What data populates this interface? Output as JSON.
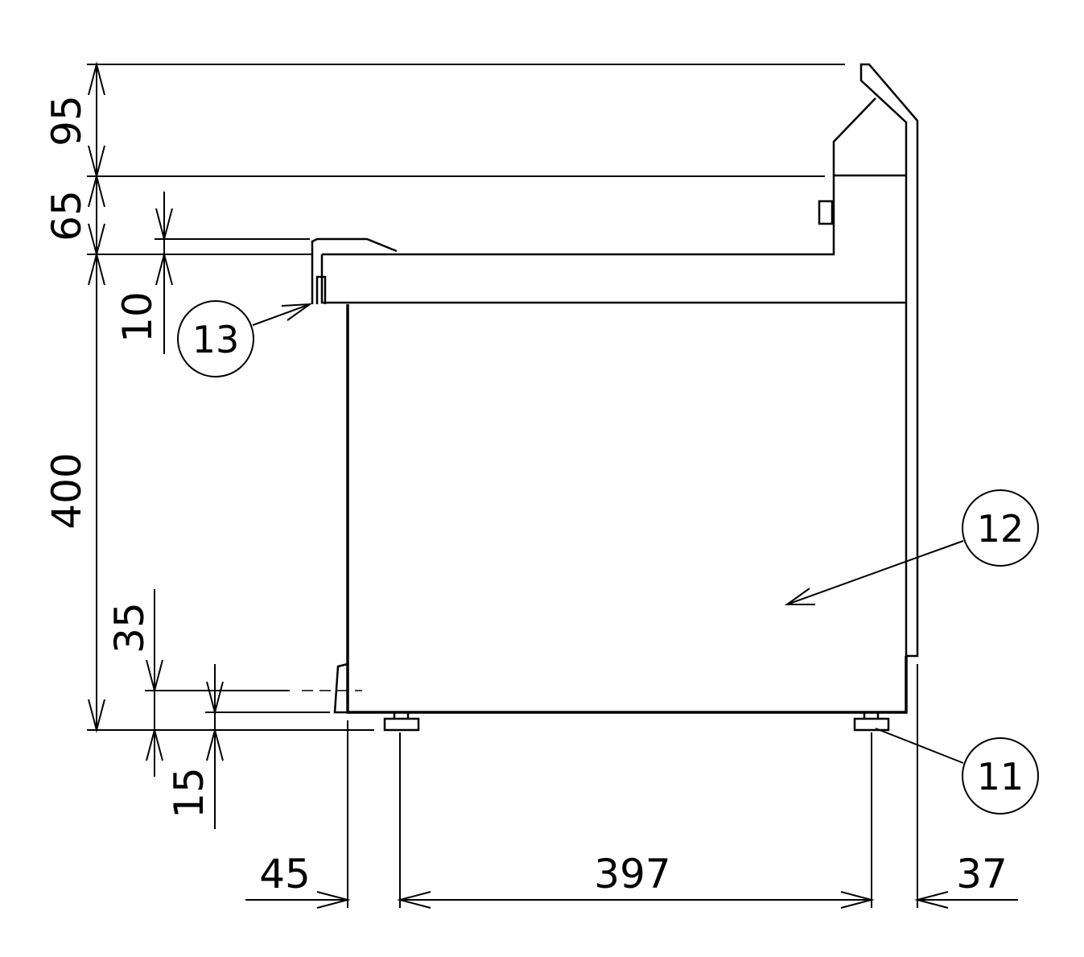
{
  "dimensions": {
    "d95": "95",
    "d65": "65",
    "d10": "10",
    "d400": "400",
    "d35": "35",
    "d15": "15",
    "d45": "45",
    "d397": "397",
    "d37": "37"
  },
  "callouts": {
    "c13": "13",
    "c12": "12",
    "c11": "11"
  }
}
